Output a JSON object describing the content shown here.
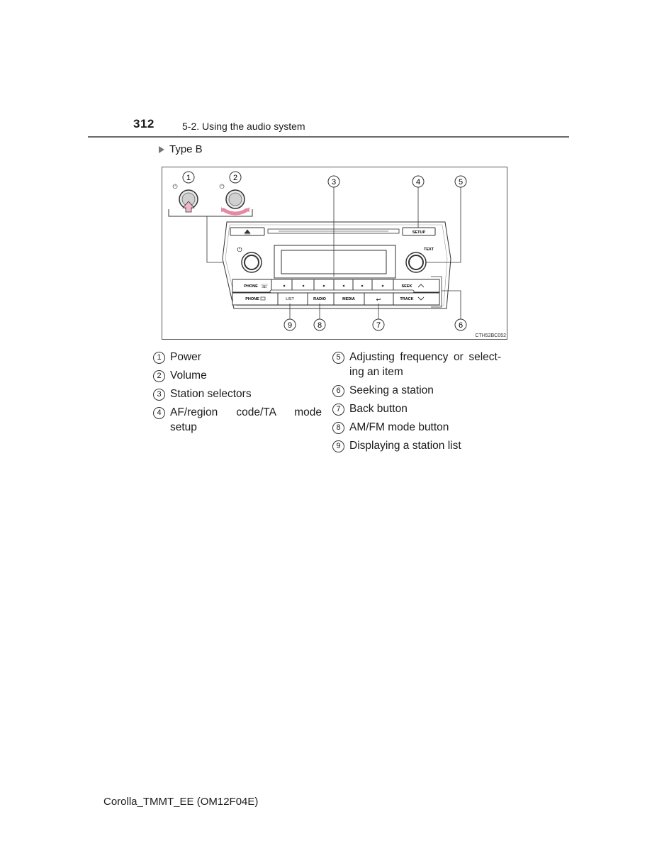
{
  "header": {
    "page_number": "312",
    "section_title": "5-2. Using the audio system"
  },
  "subheading": "Type B",
  "figure": {
    "code": "CTH52BC052",
    "callouts": [
      "1",
      "2",
      "3",
      "4",
      "5",
      "6",
      "7",
      "8",
      "9"
    ],
    "buttons": {
      "setup": "SETUP",
      "text": "TEXT",
      "phone_top": "PHONE",
      "phone_bottom": "PHONE",
      "seek": "SEEK",
      "track": "TRACK",
      "list": "LIST",
      "radio": "RADIO",
      "media": "MEDIA"
    }
  },
  "legend": {
    "left": [
      {
        "num": "1",
        "text": "Power"
      },
      {
        "num": "2",
        "text": "Volume"
      },
      {
        "num": "3",
        "text": "Station selectors"
      },
      {
        "num": "4",
        "line1": "AF/region code/TA mode",
        "line2": "setup"
      }
    ],
    "right": [
      {
        "num": "5",
        "line1": "Adjusting frequency or select-",
        "line2": "ing an item"
      },
      {
        "num": "6",
        "text": "Seeking a station"
      },
      {
        "num": "7",
        "text": "Back button"
      },
      {
        "num": "8",
        "text": "AM/FM mode button"
      },
      {
        "num": "9",
        "text": "Displaying a station list"
      }
    ]
  },
  "footer": "Corolla_TMMT_EE (OM12F04E)"
}
